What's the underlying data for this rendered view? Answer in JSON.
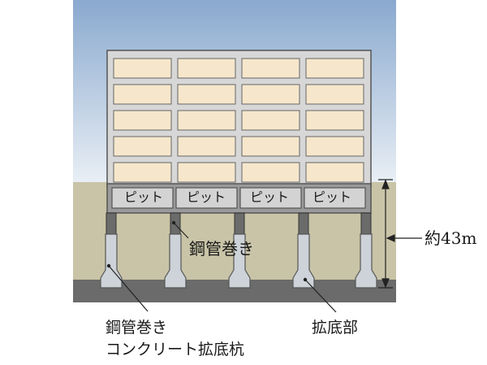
{
  "diagram": {
    "pit_labels": [
      "ピット",
      "ピット",
      "ピット",
      "ピット"
    ],
    "labels": {
      "steel_wrap": "鋼管巻き",
      "pile_line1": "鋼管巻き",
      "pile_line2": "コンクリート拡底杭",
      "enlarged_base": "拡底部",
      "depth": "約43m"
    },
    "colors": {
      "sky_top": "#8aa9cf",
      "sky_bottom": "#e9eff5",
      "soil": "#c9c4a7",
      "bedrock": "#6b6b6b",
      "building_frame": "#d7d7d7",
      "window": "#f6e7cc",
      "pit_box": "#d3d3d3",
      "column": "#6b6b6b",
      "pile": "#cdd3d8"
    }
  }
}
